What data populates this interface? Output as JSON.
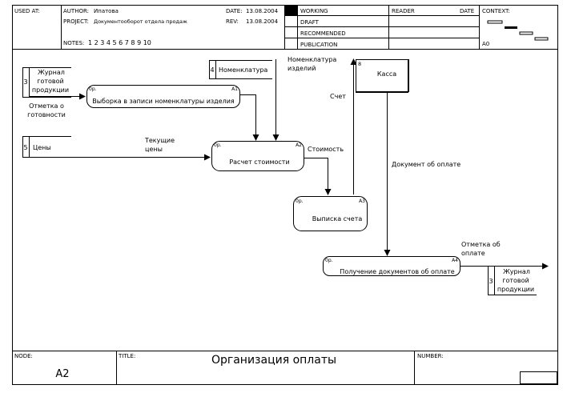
{
  "header": {
    "used_at_label": "USED AT:",
    "author_label": "AUTHOR:",
    "author": "Ипатова",
    "project_label": "PROJECT:",
    "project": "Документооборот отдела продаж",
    "date_label": "DATE:",
    "date": "13.08.2004",
    "rev_label": "REV:",
    "rev": "13.08.2004",
    "notes_label": "NOTES:",
    "notes": "1 2 3 4 5 6 7 8 9 10",
    "status": [
      "WORKING",
      "DRAFT",
      "RECOMMENDED",
      "PUBLICATION"
    ],
    "reader_label": "READER",
    "reader_date_label": "DATE",
    "context_label": "CONTEXT:",
    "context_node": "A0"
  },
  "footer": {
    "node_label": "NODE:",
    "node": "A2",
    "title_label": "TITLE:",
    "title": "Организация оплаты",
    "number_label": "NUMBER:"
  },
  "diagram": {
    "external_refs": [
      {
        "id": "ref-journal-in",
        "num": "3",
        "lines": [
          "Журнал",
          "готовой",
          "продукции"
        ]
      },
      {
        "id": "ref-prices",
        "num": "5",
        "lines": [
          "Цены"
        ]
      },
      {
        "id": "ref-nomenclature",
        "num": "4",
        "lines": [
          "Номенклатура"
        ]
      },
      {
        "id": "ref-journal-out",
        "num": "3",
        "lines": [
          "Журнал",
          "готовой",
          "продукции"
        ]
      }
    ],
    "entity": {
      "num": "8",
      "name": "Касса"
    },
    "processes": [
      {
        "id": "process-a1",
        "name": "Выборка в записи номенклатуры изделия",
        "tag": "0р.",
        "num": "А1"
      },
      {
        "id": "process-a2",
        "name": "Расчет стоимости",
        "tag": "0р.",
        "num": "А2"
      },
      {
        "id": "process-a3",
        "name": "Выписка счета",
        "tag": "0р.",
        "num": "А3"
      },
      {
        "id": "process-a4",
        "name": "Получение документов об оплате",
        "tag": "0р.",
        "num": "А4"
      }
    ],
    "flow_labels": [
      {
        "id": "flow-label-mark-ready",
        "lines": [
          "Отметка о",
          "готовности"
        ]
      },
      {
        "id": "flow-label-current-prices",
        "lines": [
          "Текущие",
          "цены"
        ]
      },
      {
        "id": "flow-label-nomenclature-items",
        "lines": [
          "Номенклатура",
          "изделий"
        ]
      },
      {
        "id": "flow-label-invoice",
        "lines": [
          "Счет"
        ]
      },
      {
        "id": "flow-label-cost",
        "lines": [
          "Стоимость"
        ]
      },
      {
        "id": "flow-label-payment-doc",
        "lines": [
          "Документ об оплате"
        ]
      },
      {
        "id": "flow-label-payment-mark",
        "lines": [
          "Отметка об",
          "оплате"
        ]
      }
    ]
  }
}
